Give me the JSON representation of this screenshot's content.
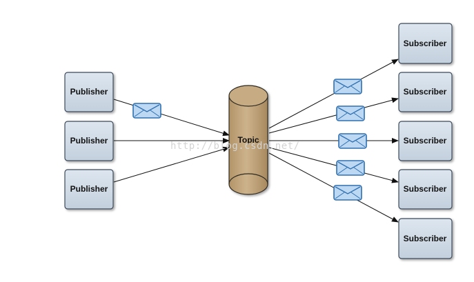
{
  "diagram": {
    "publishers": [
      {
        "label": "Publisher"
      },
      {
        "label": "Publisher"
      },
      {
        "label": "Publisher"
      }
    ],
    "topic": {
      "label": "Topic"
    },
    "subscribers": [
      {
        "label": "Subscriber"
      },
      {
        "label": "Subscriber"
      },
      {
        "label": "Subscriber"
      },
      {
        "label": "Subscriber"
      },
      {
        "label": "Subscriber"
      }
    ],
    "watermark": "http://blog.csdn.net/",
    "colors": {
      "box_fill": "#cfdae6",
      "box_stroke": "#3c4a5a",
      "topic_fill": "#c0a47c",
      "topic_stroke": "#2e2a22",
      "envelope_fill": "#bcd8f2",
      "envelope_stroke": "#2f6fb0",
      "arrow": "#111111"
    },
    "icons": {
      "message": "envelope-icon",
      "arrowhead": "arrowhead-icon"
    }
  }
}
